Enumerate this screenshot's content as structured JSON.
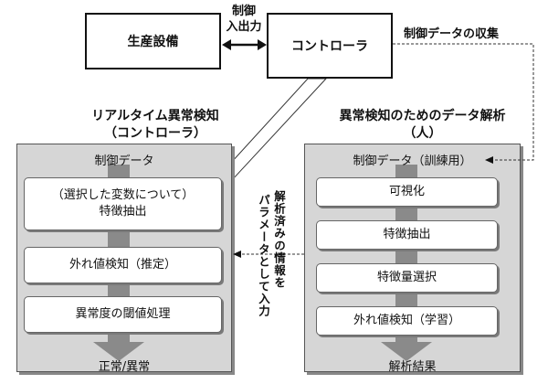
{
  "top": {
    "equipment": "生産設備",
    "io_label_line1": "制御",
    "io_label_line2": "入出力",
    "controller": "コントローラ",
    "collect_label": "制御データの収集"
  },
  "left": {
    "title_line1": "リアルタイム異常検知",
    "title_line2": "（コントローラ）",
    "input_label": "制御データ",
    "steps": [
      {
        "line1": "（選択した変数について）",
        "line2": "特徴抽出"
      },
      {
        "line1": "外れ値検知（推定）",
        "line2": ""
      },
      {
        "line1": "異常度の閾値処理",
        "line2": ""
      }
    ],
    "output_label": "正常/異常"
  },
  "right": {
    "title_line1": "異常検知のためのデータ解析",
    "title_line2": "（人）",
    "input_label": "制御データ（訓練用）",
    "steps": [
      {
        "line1": "可視化"
      },
      {
        "line1": "特徴抽出"
      },
      {
        "line1": "特徴量選択"
      },
      {
        "line1": "外れ値検知（学習）"
      }
    ],
    "output_label": "解析結果"
  },
  "middle": {
    "param_line1": "解析済みの情報を",
    "param_line2": "パラメータとして入力"
  },
  "colors": {
    "panel_fill": "#d6d6d6",
    "flow_arrow": "#8a8a8a",
    "line": "#111111"
  }
}
